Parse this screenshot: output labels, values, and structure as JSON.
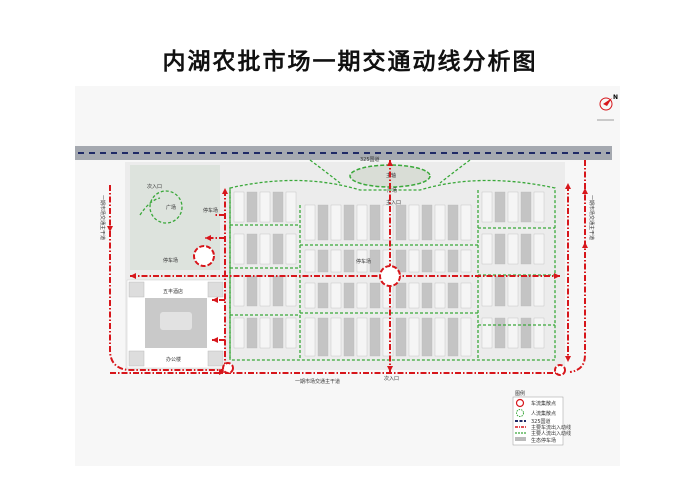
{
  "title": "内湖农批市场一期交通动线分析图",
  "labels": {
    "national_road": "325国道",
    "main_axis": "主轴",
    "square_center": "广场",
    "main_entrance": "主入口",
    "secondary_entrance_top": "次入口",
    "secondary_entrance_bottom": "次入口",
    "plaza": "广场",
    "parking_1": "停车场",
    "parking_2": "停车场",
    "parking_3": "停车场",
    "hotel": "五丰酒店",
    "office": "办公楼",
    "road_left": "一期市场交通主干道",
    "road_right": "一期市场交通主干道",
    "road_bottom": "一期市场交通主干道"
  },
  "compass": {
    "north": "N"
  },
  "legend": {
    "title": "图例",
    "items": [
      {
        "label": "车流集散点",
        "icon": "vehicle-hub-icon"
      },
      {
        "label": "人流集散点",
        "icon": "pedestrian-hub-icon"
      },
      {
        "label": "325国道",
        "icon": "national-road-icon"
      },
      {
        "label": "主要车流出入动线",
        "icon": "vehicle-flow-icon"
      },
      {
        "label": "主要人流出入动线",
        "icon": "pedestrian-flow-icon"
      },
      {
        "label": "生态停车场",
        "icon": "eco-parking-icon"
      }
    ]
  },
  "colors": {
    "vehicle": "#d7161b",
    "pedestrian": "#3aa83a",
    "road": "#9aa0a8",
    "road_dash": "#1f2a66"
  }
}
